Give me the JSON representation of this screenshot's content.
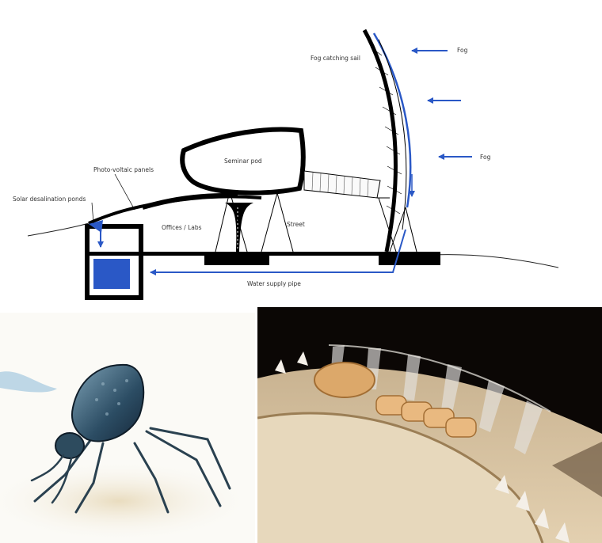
{
  "diagram": {
    "labels": {
      "fog_sail": "Fog catching sail",
      "fog_top": "Fog",
      "fog_bottom": "Fog",
      "seminar_pod": "Seminar pod",
      "photo_voltaic": "Photo-voltaic panels",
      "solar_ponds": "Solar desalination ponds",
      "offices": "Offices / Labs",
      "street": "Street",
      "water_pipe": "Water supply pipe"
    },
    "colors": {
      "water": "#2a58c6",
      "structure": "#000000"
    }
  },
  "photos": {
    "beetle": {
      "subject": "beetle-illustration"
    },
    "model": {
      "subject": "architectural-model"
    }
  }
}
